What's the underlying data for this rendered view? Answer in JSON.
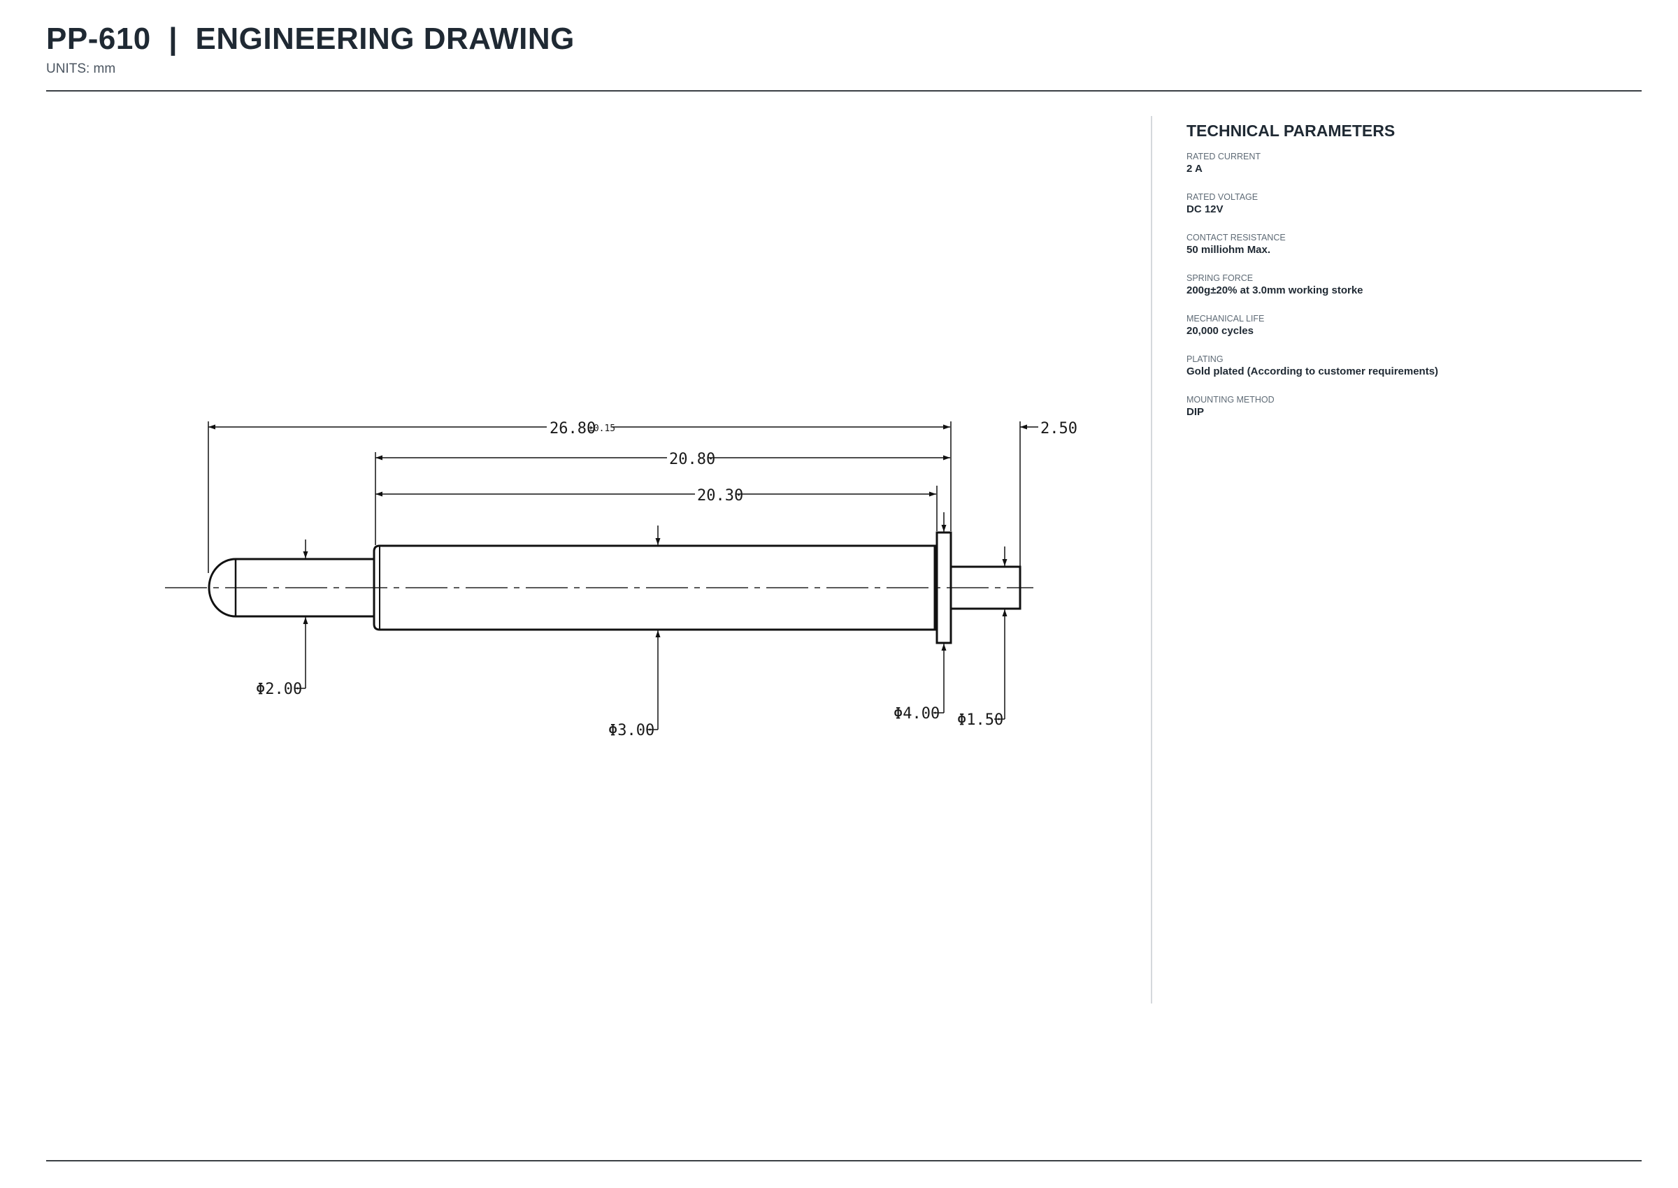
{
  "header": {
    "title": "PP-610  |  ENGINEERING DRAWING",
    "units": "UNITS: mm"
  },
  "drawing": {
    "dimensions": {
      "overall_length": "26.80",
      "overall_tolerance": "±0.15",
      "barrel_to_flange": "20.80",
      "barrel_length": "20.30",
      "tail_length": "2.50",
      "plunger_diameter": "Φ2.00",
      "barrel_diameter": "Φ3.00",
      "flange_diameter": "Φ4.00",
      "tail_diameter": "Φ1.50"
    }
  },
  "parameters": {
    "title": "TECHNICAL PARAMETERS",
    "items": [
      {
        "label": "RATED CURRENT",
        "value": "2 A"
      },
      {
        "label": "RATED VOLTAGE",
        "value": "DC 12V"
      },
      {
        "label": "CONTACT RESISTANCE",
        "value": "50 milliohm Max."
      },
      {
        "label": "SPRING FORCE",
        "value": "200g±20% at 3.0mm working storke"
      },
      {
        "label": "MECHANICAL LIFE",
        "value": "20,000 cycles"
      },
      {
        "label": "PLATING",
        "value": "Gold plated (According to customer requirements)"
      },
      {
        "label": "MOUNTING METHOD",
        "value": "DIP"
      }
    ]
  }
}
